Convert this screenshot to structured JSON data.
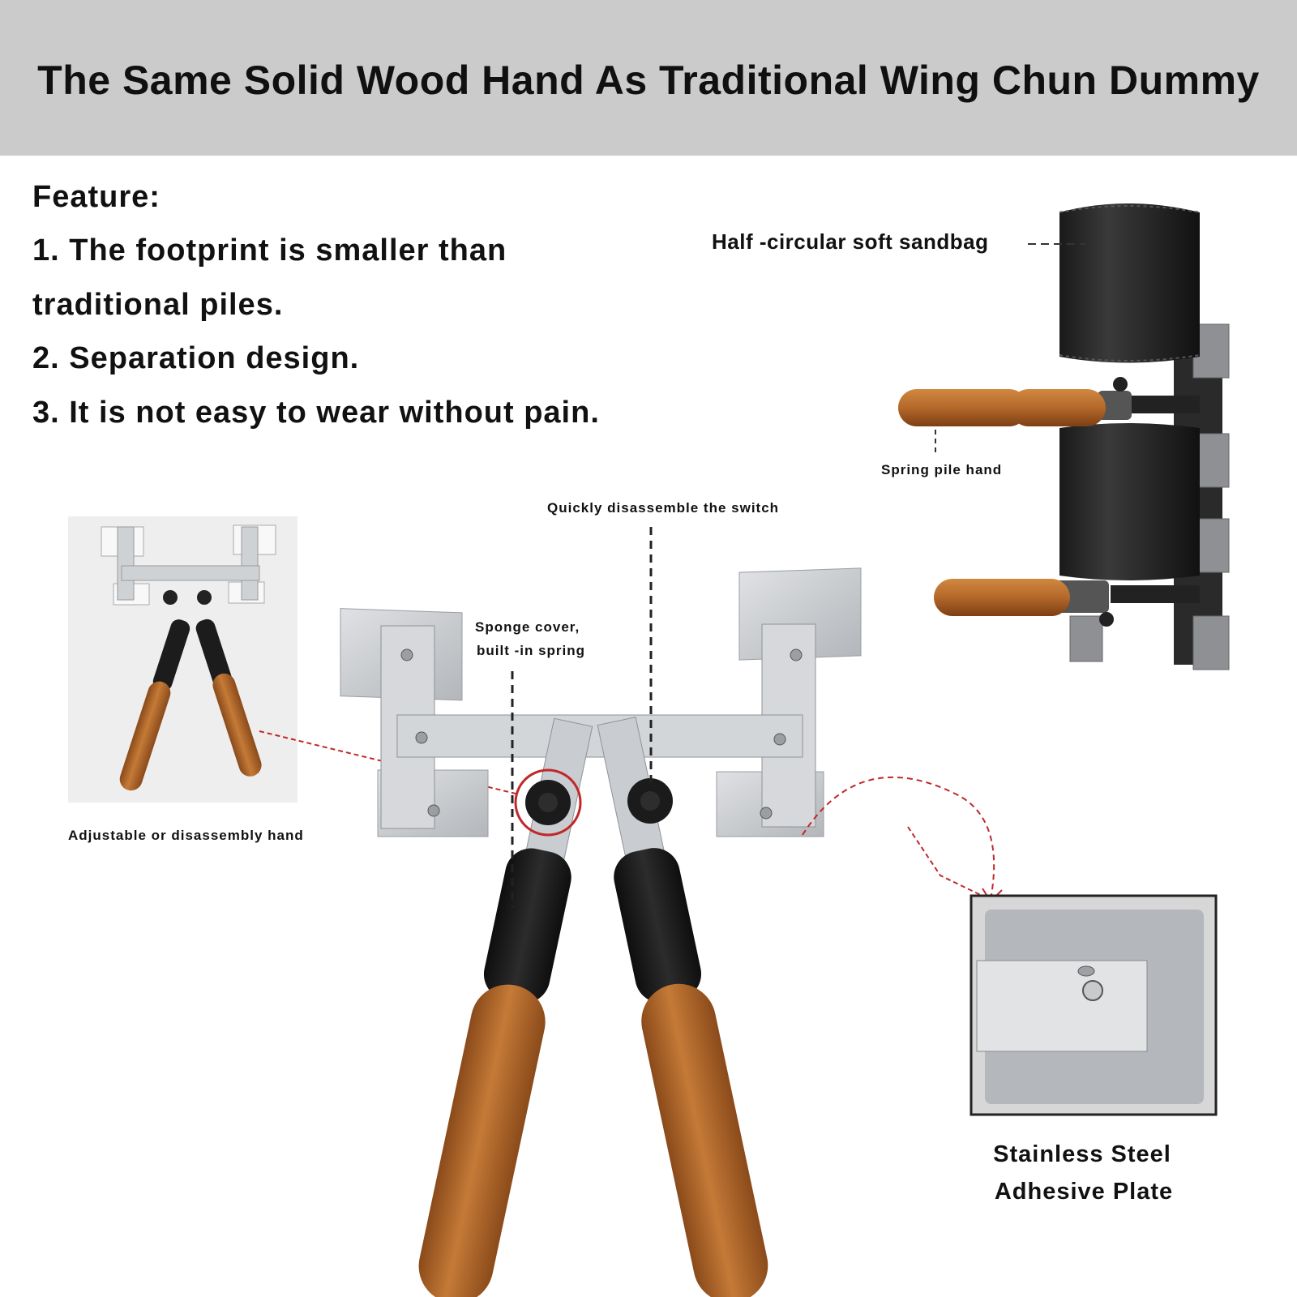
{
  "header": {
    "title": "The Same Solid Wood Hand As Traditional Wing Chun Dummy"
  },
  "features": {
    "heading": "Feature:",
    "items": [
      "1. The footprint is smaller than",
      "traditional piles.",
      "2. Separation design.",
      "3. It is not easy to wear without pain."
    ]
  },
  "callouts": {
    "sandbag": "Half -circular soft sandbag",
    "spring_hand": "Spring pile hand",
    "quick_switch": "Quickly disassemble the switch",
    "sponge_line1": "Sponge cover,",
    "sponge_line2": "built -in spring",
    "adjustable_hand": "Adjustable or disassembly hand",
    "plate_line1": "Stainless Steel",
    "plate_line2": "Adhesive Plate"
  },
  "colors": {
    "banner": "#cbcbcb",
    "wood": "#b4682a",
    "steel": "#c9ccd0",
    "foam": "#1c1c1c",
    "callout_red": "#c0282a"
  }
}
